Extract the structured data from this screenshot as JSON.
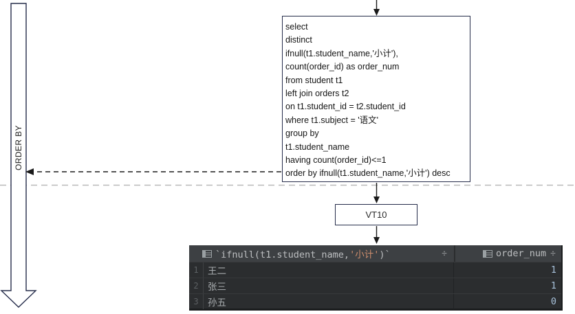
{
  "diagram": {
    "order_by_label": "ORDER BY",
    "sql_lines": [
      "select",
      "distinct",
      "ifnull(t1.student_name,'小计'),",
      "count(order_id) as order_num",
      "from student t1",
      "left join orders t2",
      "on t1.student_id = t2.student_id",
      "where t1.subject = '语文'",
      "group by",
      "t1.student_name",
      "having count(order_id)<=1",
      "order by ifnull(t1.student_name,'小计') desc"
    ],
    "vt_box_label": "VT10"
  },
  "result_grid": {
    "columns": [
      {
        "label_pre": "`ifnull(t1.student_name,",
        "label_string": "'小计'",
        "label_post": ")`",
        "sort_glyph": "÷"
      },
      {
        "label": "order_num",
        "sort_glyph": "÷"
      }
    ],
    "rows": [
      {
        "row_number": "1",
        "student_name": "王二",
        "order_num": "1"
      },
      {
        "row_number": "2",
        "student_name": "张三",
        "order_num": "1"
      },
      {
        "row_number": "3",
        "student_name": "孙五",
        "order_num": "0"
      }
    ]
  },
  "colors": {
    "diagram_border": "#242b49",
    "arrow_black": "#1a1a1a",
    "phase_line_gray": "#b9b9b9",
    "grid_header_bg": "#3d4043",
    "grid_row_bg": "#2b2d2f",
    "grid_header_text": "#bcbec0",
    "grid_string_orange": "#cf8e6d",
    "grid_number_blue": "#a9c3dc"
  }
}
